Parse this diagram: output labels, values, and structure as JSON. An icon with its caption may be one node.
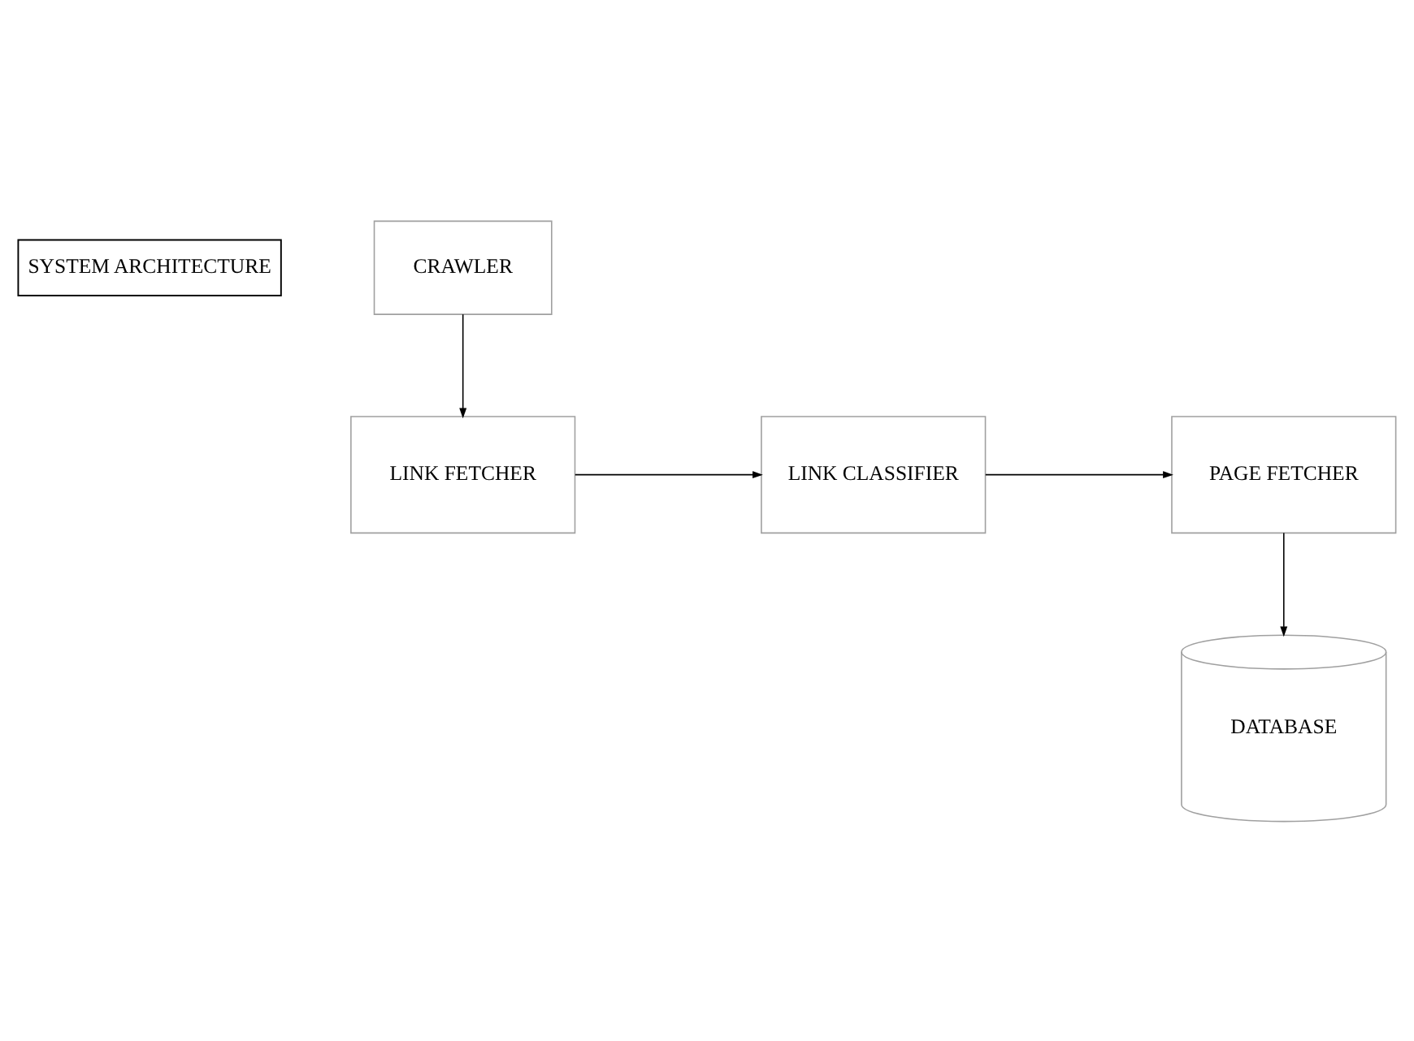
{
  "diagram": {
    "nodes": [
      {
        "text": [
          "SYSTEM ARCHITECTURE"
        ]
      },
      {
        "text": [
          "CRAWLER"
        ]
      },
      {
        "text": [
          "LINK FETCHER"
        ]
      },
      {
        "text": [
          "LINK CLASSIFIER"
        ]
      },
      {
        "text": [
          "PAGE FETCHER"
        ]
      },
      {
        "text": [
          "DATABASE"
        ]
      }
    ],
    "edges": [
      {
        "from": 1,
        "to": 2,
        "arrow": "to"
      },
      {
        "from": 2,
        "to": 3,
        "arrow": "to"
      },
      {
        "from": 3,
        "to": 4,
        "arrow": "to"
      },
      {
        "from": 4,
        "to": 5,
        "arrow": "to"
      }
    ]
  }
}
